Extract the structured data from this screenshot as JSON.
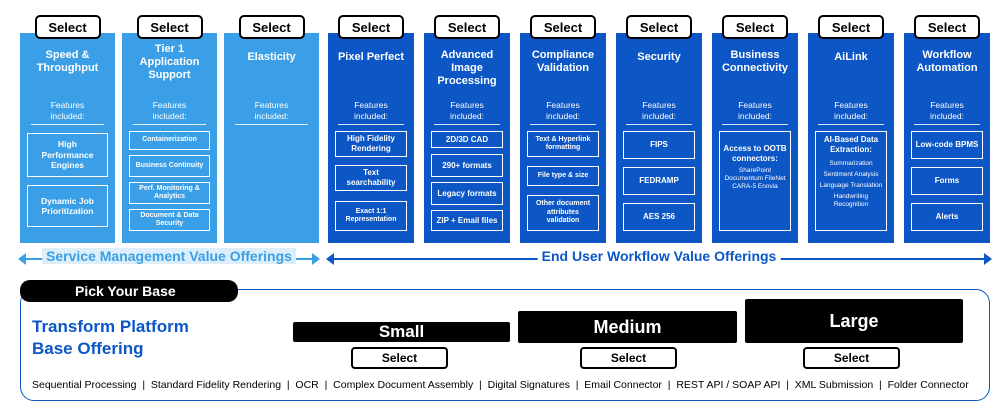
{
  "select_label": "Select",
  "features_label": "Features included:",
  "columns": [
    {
      "title": "Speed & Throughput",
      "features": [
        "High Performance Engines",
        "Dynamic Job Prioritization"
      ]
    },
    {
      "title": "Tier 1 Application Support",
      "features": [
        "Containerization",
        "Business Continuity",
        "Perf. Monitoring & Analytics",
        "Document & Data Security"
      ]
    },
    {
      "title": "Elasticity",
      "features": []
    },
    {
      "title": "Pixel Perfect",
      "features": [
        "High Fidelity Rendering",
        "Text searchability",
        "Exact 1:1 Representation"
      ]
    },
    {
      "title": "Advanced Image Processing",
      "features": [
        "2D/3D CAD",
        "290+ formats",
        "Legacy formats",
        "ZIP + Email files"
      ]
    },
    {
      "title": "Compliance Validation",
      "features": [
        "Text & Hyperlink formatting",
        "File type & size",
        "Other document attributes validation"
      ]
    },
    {
      "title": "Security",
      "features": [
        "FIPS",
        "FEDRAMP",
        "AES 256"
      ]
    },
    {
      "title": "Business Connectivity",
      "features": [
        {
          "heading": "Access to OOTB connectors:",
          "detail": "SharePoint Documentum FileNet CARA-5 Enovia"
        }
      ]
    },
    {
      "title": "AiLink",
      "features": [
        {
          "heading": "AI-Based Data Extraction:",
          "items": [
            "Summarization",
            "Sentiment Analysis",
            "Language Translation",
            "Handwriting Recognition"
          ]
        }
      ]
    },
    {
      "title": "Workflow Automation",
      "features": [
        "Low-code BPMS",
        "Forms",
        "Alerts"
      ]
    }
  ],
  "arrows": {
    "service": "Service Management Value Offerings",
    "enduser": "End User Workflow Value Offerings"
  },
  "base": {
    "pick_label": "Pick Your Base",
    "title": "Transform Platform Base Offering",
    "sizes": [
      "Small",
      "Medium",
      "Large"
    ],
    "features_line": "Sequential Processing  |  Standard Fidelity Rendering  |  OCR  |  Complex Document Assembly  |  Digital Signatures  |  Email Connector  |  REST API / SOAP API  |  XML Submission  |  Folder Connector"
  },
  "colors": {
    "light_blue": "#3a9fe6",
    "dark_blue": "#0c56c6",
    "black": "#000000"
  }
}
